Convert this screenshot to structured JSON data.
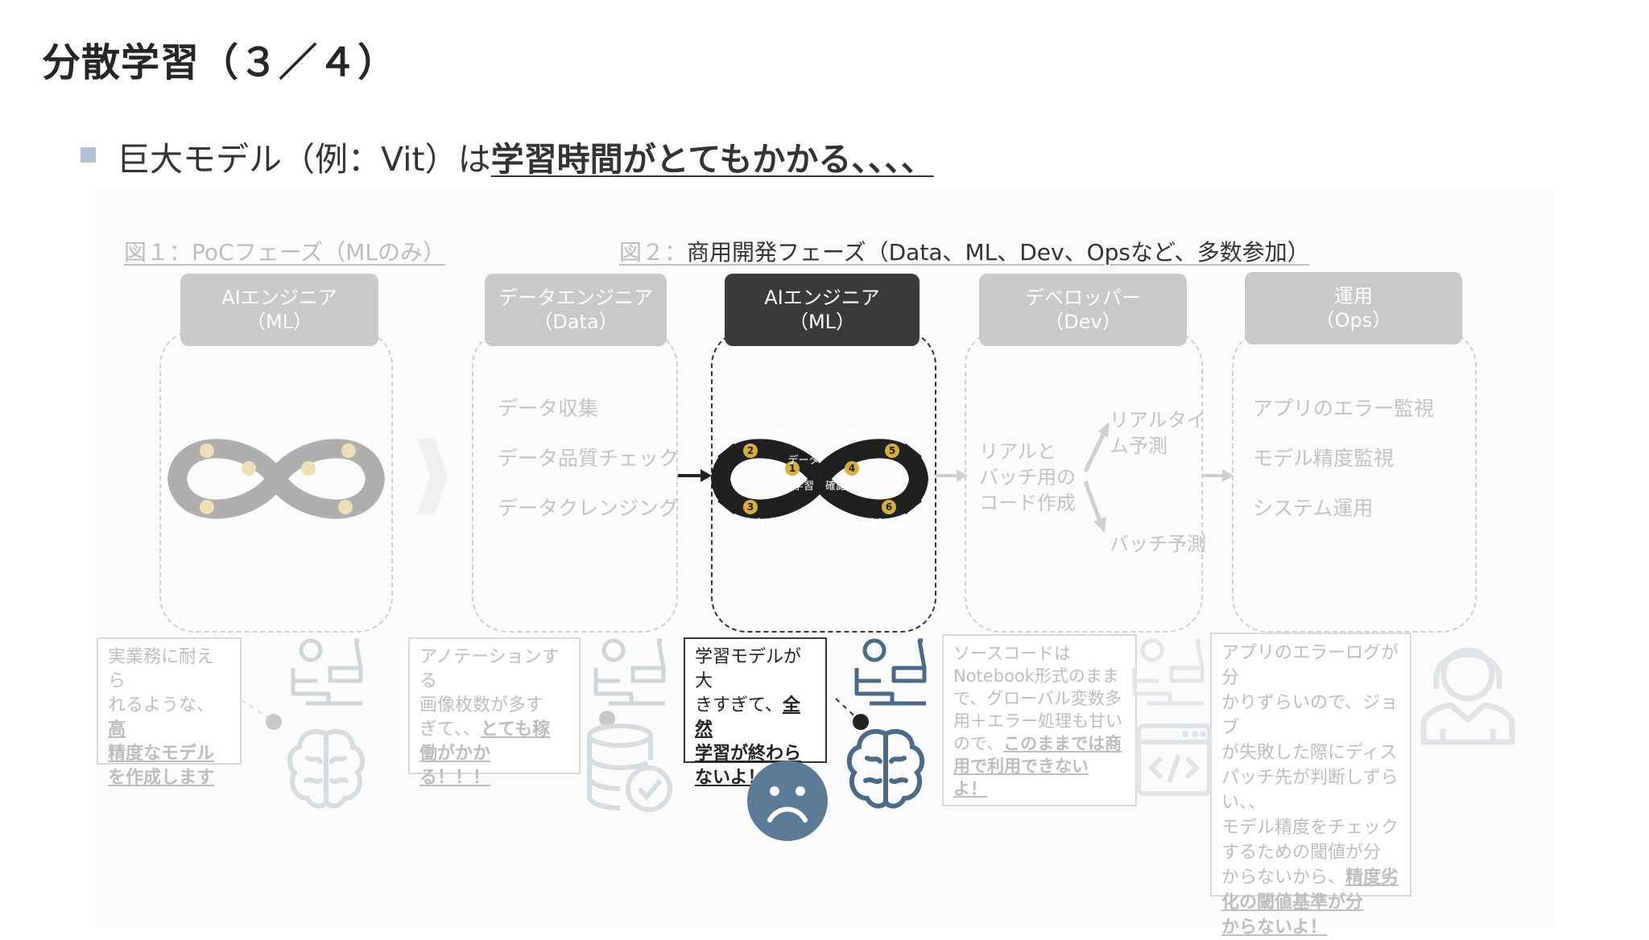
{
  "slide": {
    "title": "分散学習（３／４）",
    "bullet_plain": "巨大モデル（例：Vit）は",
    "bullet_emphasis": "学習時間がとてもかかる、、、、"
  },
  "figures": {
    "fig1": {
      "number": "図１：",
      "caption": "PoCフェーズ（MLのみ）"
    },
    "fig2": {
      "number": "図２：",
      "caption": "商用開発フェーズ（Data、ML、Dev、Opsなど、多数参加）"
    }
  },
  "columns": {
    "poc_ai": {
      "title": "AIエンジニア",
      "subtitle": "（ML）"
    },
    "data": {
      "title": "データエンジニア",
      "subtitle": "（Data）",
      "tasks": [
        "データ収集",
        "データ品質チェック",
        "データクレンジング"
      ]
    },
    "ai": {
      "title": "AIエンジニア",
      "subtitle": "（ML）"
    },
    "dev": {
      "title": "デベロッパー",
      "subtitle": "（Dev）",
      "task_line1": "リアルと",
      "task_line2": "バッチ用の",
      "task_line3": "コード作成",
      "realtime_line1": "リアルタイ",
      "realtime_line2": "ム予測",
      "batch": "バッチ予測"
    },
    "ops": {
      "title": "運用",
      "subtitle": "（Ops）",
      "tasks": [
        "アプリのエラー監視",
        "モデル精度監視",
        "システム運用"
      ]
    }
  },
  "mlops_cycle": {
    "labels": {
      "preprocess": "前処理",
      "model_design": "モデル設計",
      "model_manage": "モデル管理",
      "accuracy": "精度評価",
      "learning": "学習",
      "data": "データ",
      "check": "確認"
    },
    "steps": [
      "1",
      "2",
      "3",
      "4",
      "5",
      "6"
    ]
  },
  "comments": {
    "poc": {
      "plain1": "実業務に耐えら",
      "plain2": "れるような、",
      "bold1": "高",
      "bold2": "精度なモデル",
      "bold3": "を作成します"
    },
    "data": {
      "plain1": "アノテーションする",
      "plain2": "画像枚数が多す",
      "plain3": "ぎて、、",
      "bold1": "とても稼",
      "bold2": "働がかか",
      "bold3": "る！！！"
    },
    "ai": {
      "plain1": "学習モデルが大",
      "plain2": "きすぎて、",
      "bold1": "全然",
      "bold2": "学習が終わら",
      "bold3": "ないよ！！！"
    },
    "dev": {
      "plain1": "ソースコードは",
      "plain2": "Notebook形式のまま",
      "plain3": "で、グローバル変数多",
      "plain4": "用＋エラー処理も甘い",
      "plain5": "ので、",
      "bold1": "このままでは商",
      "bold2": "用で利用できない",
      "bold3": "よ！"
    },
    "ops": {
      "plain1": "アプリのエラーログが分",
      "plain2": "かりずらいので、ジョブ",
      "plain3": "が失敗した際にディス",
      "plain4": "パッチ先が判断しずら",
      "plain5": "い、、",
      "plain6": "モデル精度をチェック",
      "plain7": "するための閾値が分",
      "plain8": "からないから、",
      "bold1": "精度劣",
      "bold2": "化の閾値基準が分",
      "bold3": "からないよ！"
    }
  },
  "colors": {
    "active": "#3a3a3a",
    "inactive": "#c9c9c9",
    "sad_face": "#5b7a95",
    "bullet": "#b4c0d4"
  },
  "icons": [
    "engineer-at-desk-icon",
    "brain-icon",
    "database-check-icon",
    "code-window-icon",
    "support-person-icon",
    "sad-face-icon",
    "infinity-loop-icon"
  ]
}
